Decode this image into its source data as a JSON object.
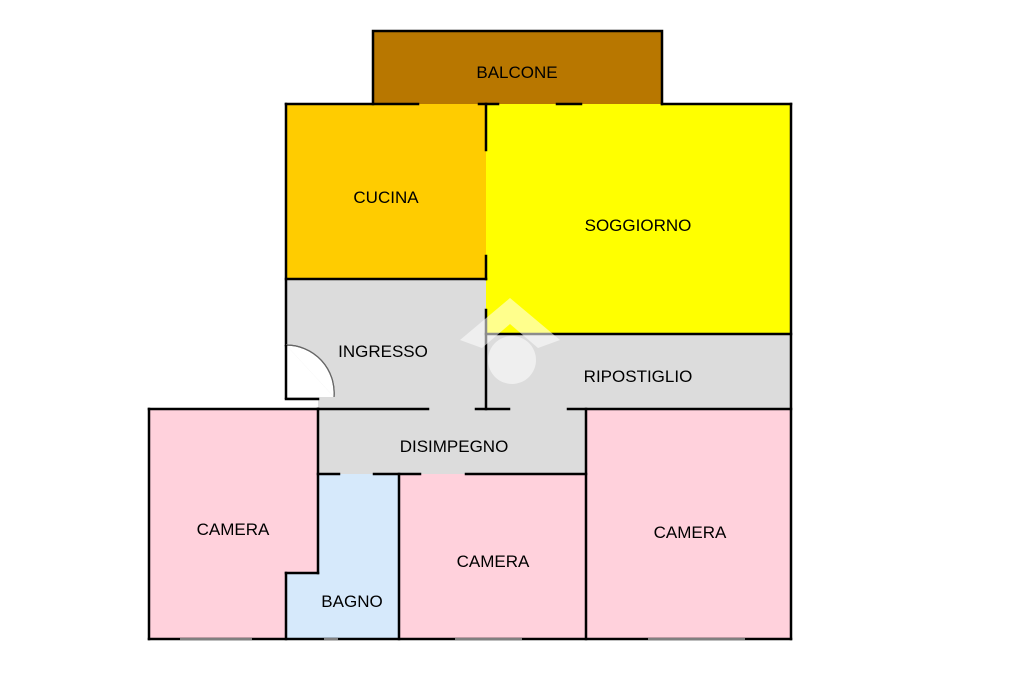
{
  "rooms": {
    "balcone": {
      "label": "BALCONE",
      "color": "#b87700"
    },
    "cucina": {
      "label": "CUCINA",
      "color": "#ffcc00"
    },
    "soggiorno": {
      "label": "SOGGIORNO",
      "color": "#ffff00"
    },
    "ingresso": {
      "label": "INGRESSO",
      "color": "#dcdcdc"
    },
    "ripostiglio": {
      "label": "RIPOSTIGLIO",
      "color": "#dcdcdc"
    },
    "disimpegno": {
      "label": "DISIMPEGNO",
      "color": "#dcdcdc"
    },
    "camera_left": {
      "label": "CAMERA",
      "color": "#ffd1dc"
    },
    "bagno": {
      "label": "BAGNO",
      "color": "#d6e9fb"
    },
    "camera_middle": {
      "label": "CAMERA",
      "color": "#ffd1dc"
    },
    "camera_right": {
      "label": "CAMERA",
      "color": "#ffd1dc"
    }
  },
  "wall_color": "#000000",
  "watermark_color": "#ffffff"
}
